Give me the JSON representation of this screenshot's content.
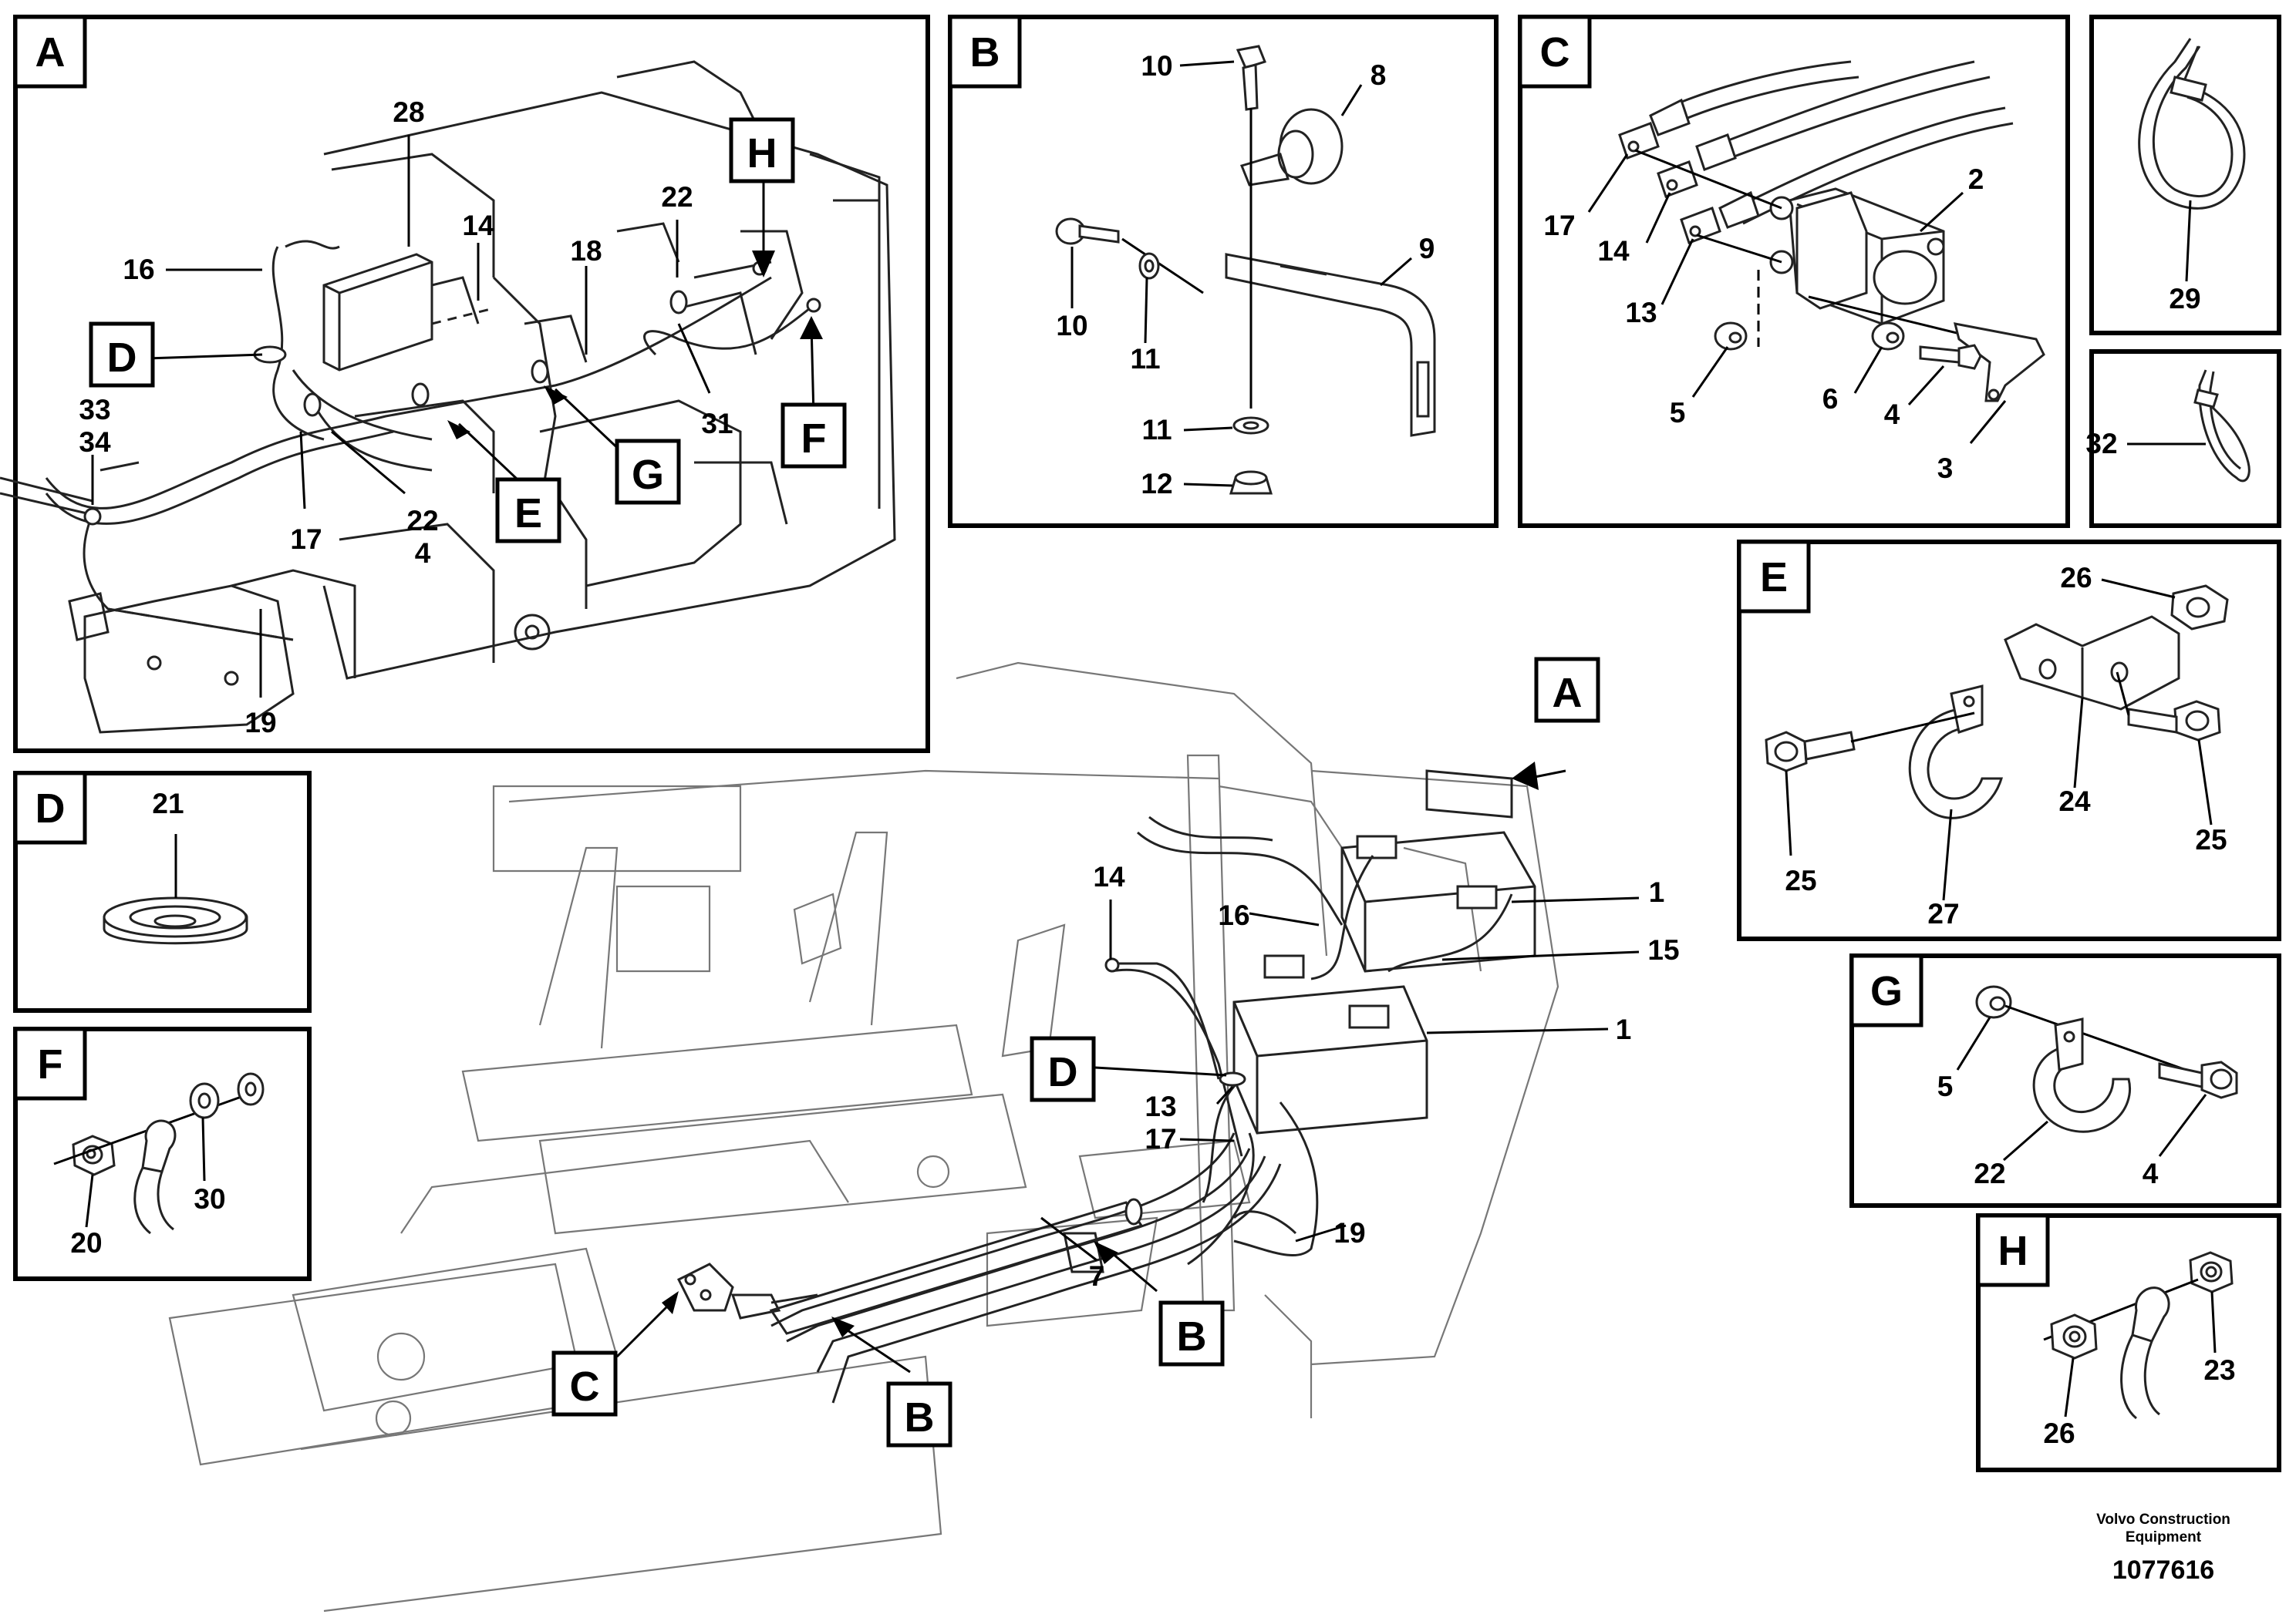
{
  "panels": {
    "A": {
      "letter": "A",
      "labels": [
        "28",
        "16",
        "14",
        "18",
        "22",
        "33",
        "34",
        "17",
        "22",
        "4",
        "31",
        "19"
      ],
      "callouts": [
        "D",
        "H",
        "E",
        "G",
        "F"
      ]
    },
    "B": {
      "letter": "B",
      "labels": [
        "10",
        "8",
        "9",
        "10",
        "11",
        "11",
        "12"
      ]
    },
    "C": {
      "letter": "C",
      "labels": [
        "17",
        "2",
        "14",
        "13",
        "5",
        "6",
        "4",
        "3"
      ]
    },
    "P29": {
      "labels": [
        "29"
      ]
    },
    "P32": {
      "labels": [
        "32"
      ]
    },
    "D": {
      "letter": "D",
      "labels": [
        "21"
      ]
    },
    "E": {
      "letter": "E",
      "labels": [
        "26",
        "25",
        "24",
        "25",
        "27"
      ]
    },
    "F": {
      "letter": "F",
      "labels": [
        "20",
        "30"
      ]
    },
    "G": {
      "letter": "G",
      "labels": [
        "5",
        "22",
        "4"
      ]
    },
    "H": {
      "letter": "H",
      "labels": [
        "23",
        "26"
      ]
    }
  },
  "main": {
    "labels": [
      "1",
      "16",
      "15",
      "14",
      "1",
      "13",
      "17",
      "19",
      "7"
    ],
    "callouts": [
      "A",
      "D",
      "B",
      "C",
      "B"
    ]
  },
  "footer": {
    "brand_line1": "Volvo Construction",
    "brand_line2": "Equipment",
    "drawing_number": "1077616"
  }
}
